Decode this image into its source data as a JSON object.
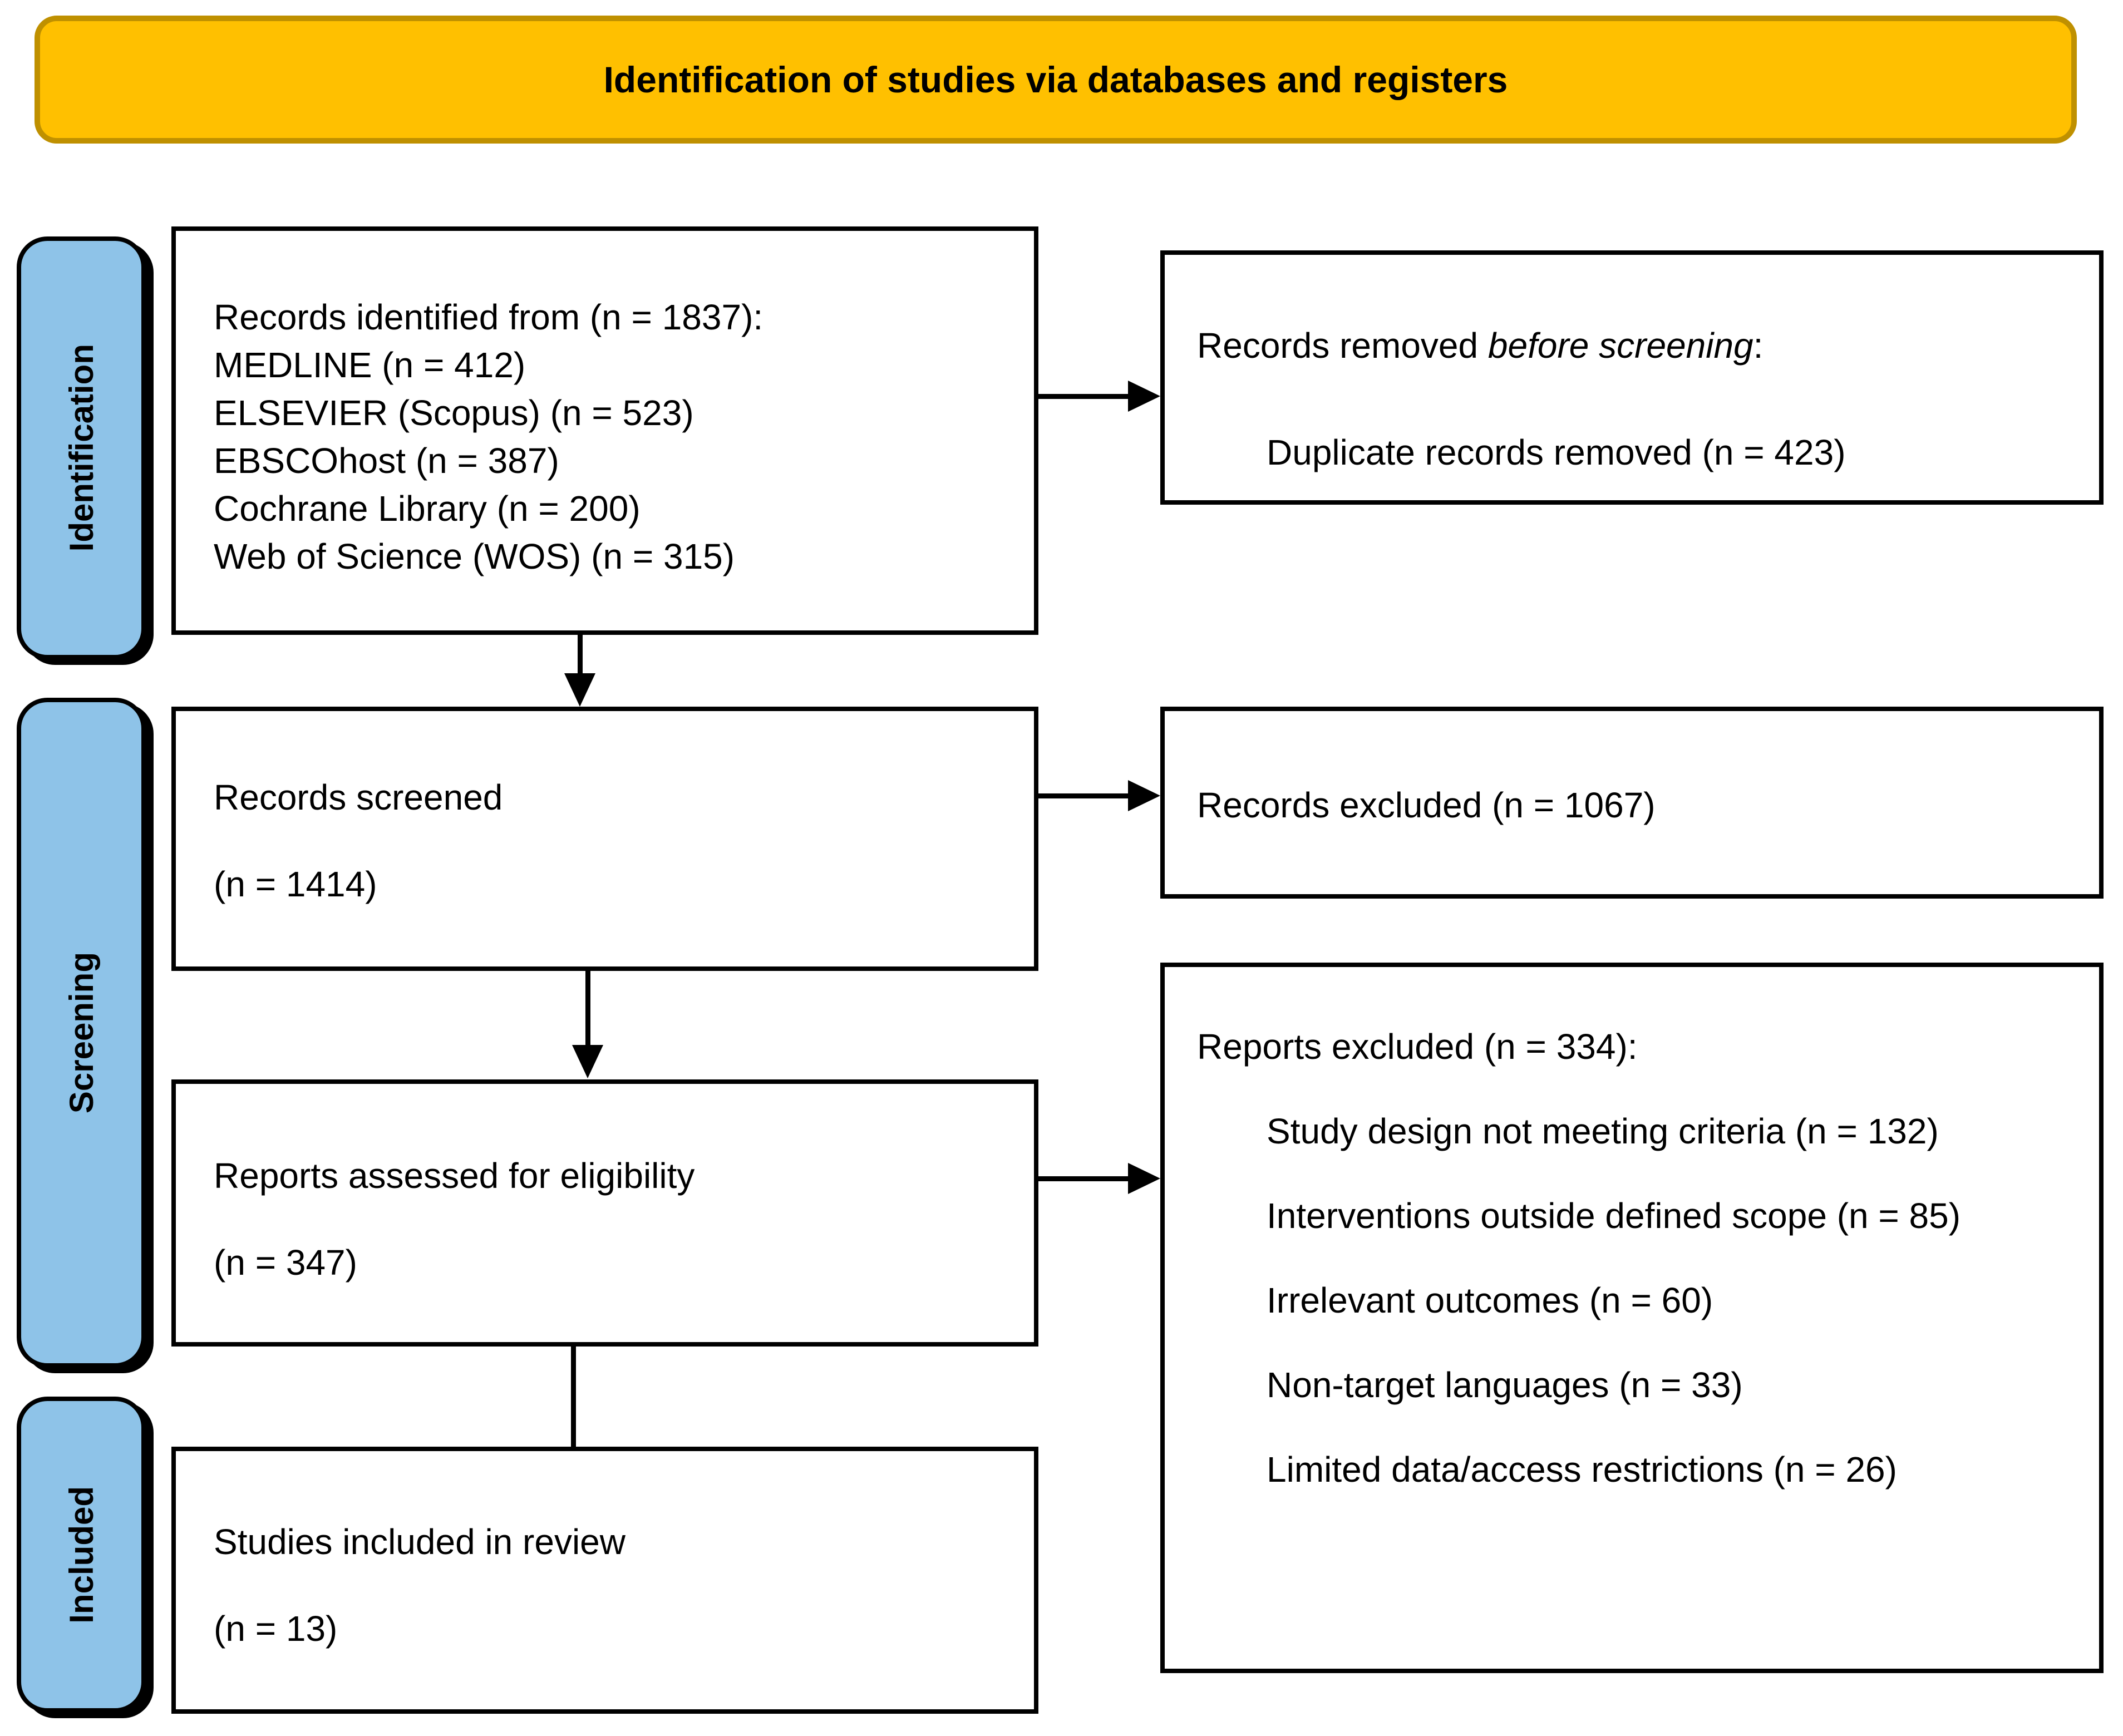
{
  "title": "Identification of studies via databases and registers",
  "colors": {
    "banner_fill": "#FFC000",
    "banner_border": "#BF9000",
    "stage_fill": "#8EC3E8",
    "line_color": "#000000",
    "box_bg": "#FFFFFF",
    "text_color": "#000000",
    "page_bg": "#FFFFFF"
  },
  "stages": [
    {
      "label": "Identification"
    },
    {
      "label": "Screening"
    },
    {
      "label": "Included"
    }
  ],
  "boxes": {
    "identified": {
      "lines": [
        "Records identified from (n = 1837):",
        "MEDLINE (n = 412)",
        "ELSEVIER (Scopus) (n = 523)",
        "EBSCOhost (n = 387)",
        "Cochrane Library (n = 200)",
        "Web of Science (WOS) (n = 315)"
      ]
    },
    "removed": {
      "heading_prefix": "Records removed ",
      "heading_italic": "before screening",
      "heading_suffix": ":",
      "item": "Duplicate records removed (n = 423)"
    },
    "screened": {
      "line1": "Records screened",
      "line2": "(n = 1414)"
    },
    "records_excluded": {
      "line1": "Records excluded (n = 1067)"
    },
    "assessed": {
      "line1": "Reports assessed for eligibility",
      "line2": "(n = 347)"
    },
    "reports_excluded": {
      "heading": "Reports excluded (n = 334):",
      "items": [
        "Study design not meeting criteria (n = 132)",
        "Interventions outside defined scope (n = 85)",
        "Irrelevant outcomes (n = 60)",
        "Non-target languages (n = 33)",
        "Limited data/access restrictions (n = 26)"
      ]
    },
    "included_studies": {
      "line1": "Studies included in review",
      "line2": "(n = 13)"
    }
  }
}
